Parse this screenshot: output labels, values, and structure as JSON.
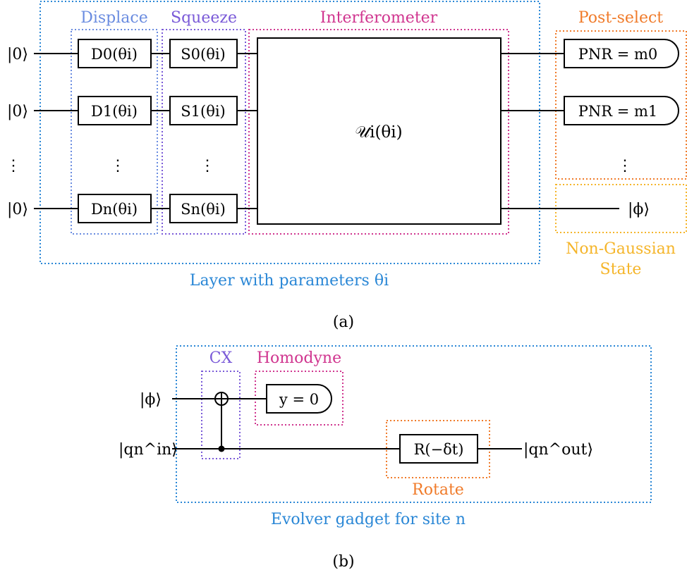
{
  "panel_a": {
    "input_ket": "|0⟩",
    "group_labels": {
      "displace": "Displace",
      "squeeze": "Squeeze",
      "interferometer": "Interferometer",
      "postselect": "Post-select",
      "nongaussian_line1": "Non-Gaussian",
      "nongaussian_line2": "State"
    },
    "layer_label": "Layer with parameters θi",
    "gates": {
      "d0": "D0(θi)",
      "d1": "D1(θi)",
      "dn": "Dn(θi)",
      "s0": "S0(θi)",
      "s1": "S1(θi)",
      "sn": "Sn(θi)",
      "unitary": "𝒰i(θi)",
      "pnr0": "PNR = m0",
      "pnr1": "PNR = m1"
    },
    "output_ket": "|ϕ⟩",
    "caption": "(a)"
  },
  "panel_b": {
    "input_top": "|ϕ⟩",
    "input_bottom": "|qn^in⟩",
    "output_bottom": "|qn^out⟩",
    "group_labels": {
      "cx": "CX",
      "homodyne": "Homodyne",
      "rotate": "Rotate"
    },
    "gates": {
      "measure": "y = 0",
      "rotation": "R(−δt)"
    },
    "gadget_label": "Evolver gadget for site n",
    "caption": "(b)"
  },
  "colors": {
    "layer_box": "#2a87d6",
    "displace_box": "#6a8ce0",
    "squeeze_box": "#7a5ad8",
    "interferometer_box": "#d0358f",
    "postselect_box": "#f07b2a",
    "nongaussian_box": "#f5b52a",
    "homodyne_box": "#d0358f",
    "rotate_box": "#f07b2a",
    "cx_box": "#7a5ad8",
    "wire": "#000000"
  }
}
